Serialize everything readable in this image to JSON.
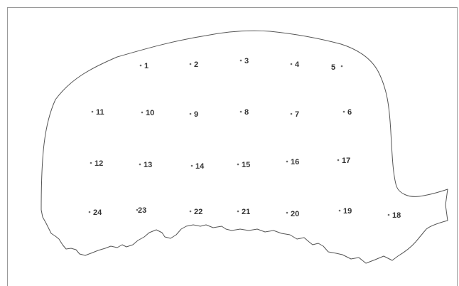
{
  "points": [
    {
      "label": "1"
    },
    {
      "label": "2"
    },
    {
      "label": "3"
    },
    {
      "label": "4"
    },
    {
      "label": "5"
    },
    {
      "label": "6"
    },
    {
      "label": "7"
    },
    {
      "label": "8"
    },
    {
      "label": "9"
    },
    {
      "label": "10"
    },
    {
      "label": "11"
    },
    {
      "label": "12"
    },
    {
      "label": "13"
    },
    {
      "label": "14"
    },
    {
      "label": "15"
    },
    {
      "label": "16"
    },
    {
      "label": "17"
    },
    {
      "label": "18"
    },
    {
      "label": "19"
    },
    {
      "label": "20"
    },
    {
      "label": "21"
    },
    {
      "label": "22"
    },
    {
      "label": "23"
    },
    {
      "label": "24"
    }
  ]
}
